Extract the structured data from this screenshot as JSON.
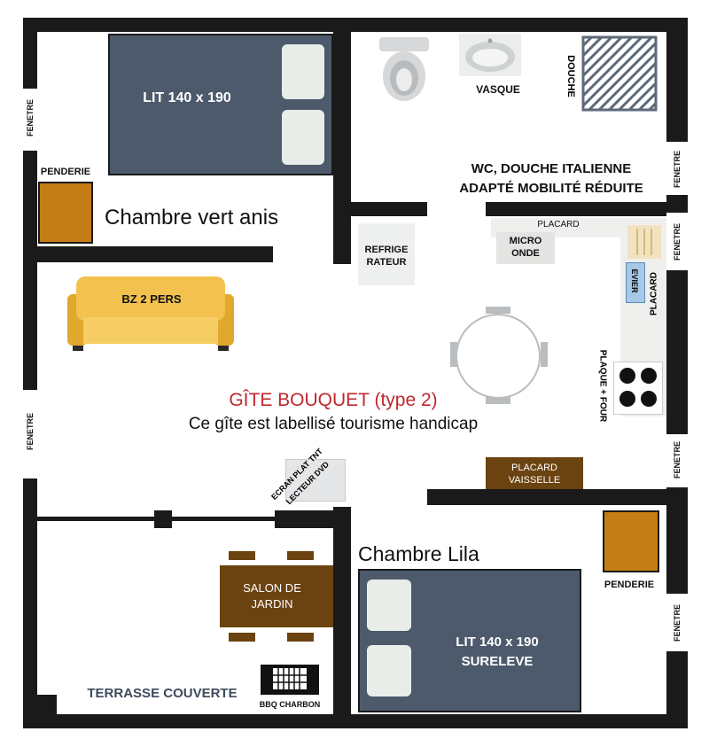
{
  "labels": {
    "bed1": "LIT 140 x 190",
    "penderie1": "PENDERIE",
    "room1": "Chambre vert anis",
    "vasque": "VASQUE",
    "douche": "DOUCHE",
    "wc_line1": "WC, DOUCHE ITALIENNE",
    "wc_line2": "ADAPTÉ MOBILITÉ RÉDUITE",
    "placard_top": "PLACARD",
    "micro_line1": "MICRO",
    "micro_line2": "ONDE",
    "evier": "EVIER",
    "placard_side": "PLACARD",
    "frigo_line1": "REFRIGE",
    "frigo_line2": "RATEUR",
    "sofa": "BZ 2 PERS",
    "plaque": "PLAQUE + FOUR",
    "title": "GÎTE BOUQUET (type 2)",
    "subtitle": "Ce gîte est labellisé tourisme handicap",
    "ecran_line1": "ECRAN PLAT TNT",
    "ecran_line2": "LECTEUR DVD",
    "vaisselle_line1": "PLACARD",
    "vaisselle_line2": "VAISSELLE",
    "room2": "Chambre Lila",
    "penderie2": "PENDERIE",
    "salon_line1": "SALON DE",
    "salon_line2": "JARDIN",
    "bed2_line1": "LIT 140 x 190",
    "bed2_line2": "SURELEVE",
    "terrasse": "TERRASSE COUVERTE",
    "bbq": "BBQ CHARBON",
    "fenetre": "FENETRE"
  },
  "colors": {
    "wall": "#1a1a1a",
    "bed": "#4c5a6b",
    "wood": "#c47c14",
    "brown": "#6b4311",
    "sofa": "#f2c14e",
    "title": "#c0282d",
    "terrasse": "#3e4a5c"
  }
}
